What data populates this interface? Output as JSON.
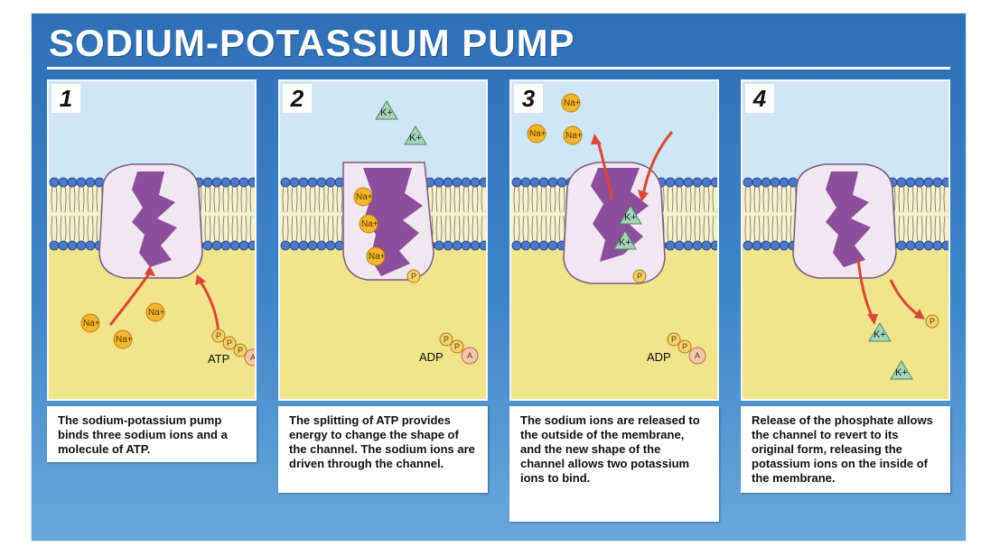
{
  "title": "SODIUM-POTASSIUM PUMP",
  "ions": {
    "na": "Na+",
    "k": "K+",
    "p": "P",
    "a": "A",
    "atp": "ATP",
    "adp": "ADP"
  },
  "steps": [
    {
      "number": "1",
      "caption": "The sodium-potassium pump binds three sodium ions and a molecule of ATP."
    },
    {
      "number": "2",
      "caption": "The splitting of ATP provides energy to change the shape of the channel. The sodium ions are driven through the channel."
    },
    {
      "number": "3",
      "caption": "The sodium ions are released to the outside of the membrane, and the new shape of the channel allows two potassium ions to bind."
    },
    {
      "number": "4",
      "caption": "Release of the phosphate allows the channel to revert to its original form, releasing the potassium ions on the inside of the membrane."
    }
  ]
}
